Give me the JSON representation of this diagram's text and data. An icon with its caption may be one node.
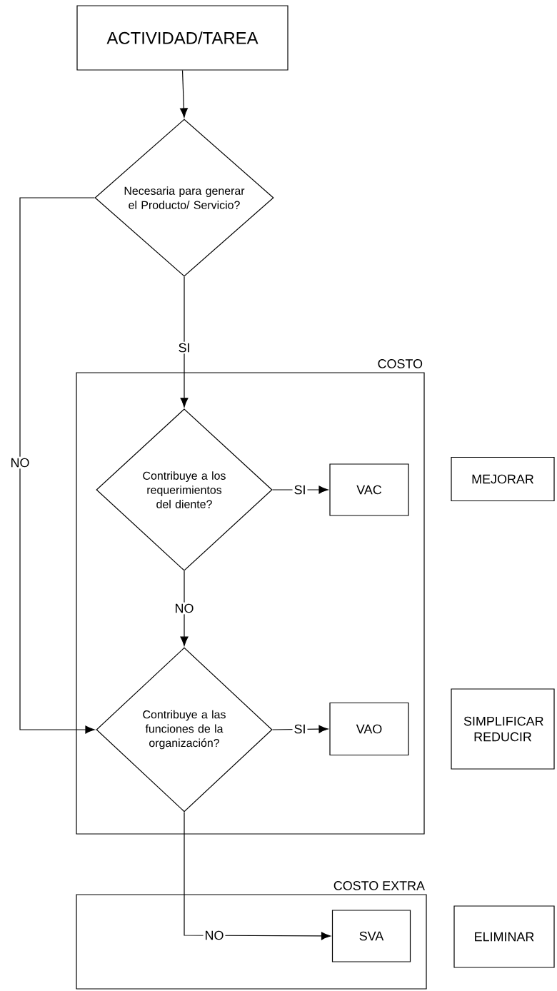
{
  "diagram": {
    "nodes": [
      {
        "text": [
          "ACTIVIDAD/TAREA"
        ]
      },
      {
        "text": [
          "Necesaria para generar el Producto/ Servicio?"
        ]
      },
      {
        "text": [
          "COSTO"
        ]
      },
      {
        "text": [
          "Contribuye a los requerimientos del diente?"
        ],
        "in": 2
      },
      {
        "text": [
          "VAC"
        ],
        "in": 2
      },
      {
        "text": [
          "Contribuye a las funciones de la organización?"
        ],
        "in": 2
      },
      {
        "text": [
          "VAO"
        ],
        "in": 2
      },
      {
        "text": [
          "COSTO EXTRA"
        ]
      },
      {
        "text": [
          "SVA"
        ],
        "in": 7
      },
      {
        "text": [
          "MEJORAR"
        ]
      },
      {
        "text": [
          "SIMPLIFICAR REDUCIR"
        ]
      },
      {
        "text": [
          "ELIMINAR"
        ]
      }
    ],
    "edges": [
      {
        "from": 0,
        "to": 1,
        "arrow": "to"
      },
      {
        "from": 1,
        "to": 3,
        "arrow": "to",
        "label": "SI"
      },
      {
        "from": 1,
        "to": 5,
        "arrow": "to",
        "label": "NO"
      },
      {
        "from": 3,
        "to": 4,
        "arrow": "to",
        "label": "SI"
      },
      {
        "from": 3,
        "to": 5,
        "arrow": "to",
        "label": "NO"
      },
      {
        "from": 5,
        "to": 6,
        "arrow": "to",
        "label": "SI"
      },
      {
        "from": 5,
        "to": 8,
        "arrow": "to",
        "label": "NO"
      }
    ]
  }
}
